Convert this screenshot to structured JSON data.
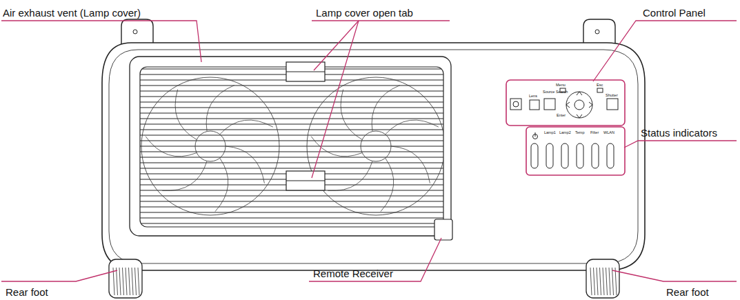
{
  "diagram": {
    "labels": [
      "Air exhaust vent (Lamp cover)",
      "Lamp cover open tab",
      "Control Panel",
      "Status indicators",
      "Lens",
      "Source Search",
      "Menu",
      "Esc",
      "Enter",
      "Shutter",
      "Lamp1",
      "Lamp2",
      "Temp",
      "Filter",
      "WLAN",
      "Rear foot",
      "Remote Receiver",
      "Rear foot"
    ]
  }
}
